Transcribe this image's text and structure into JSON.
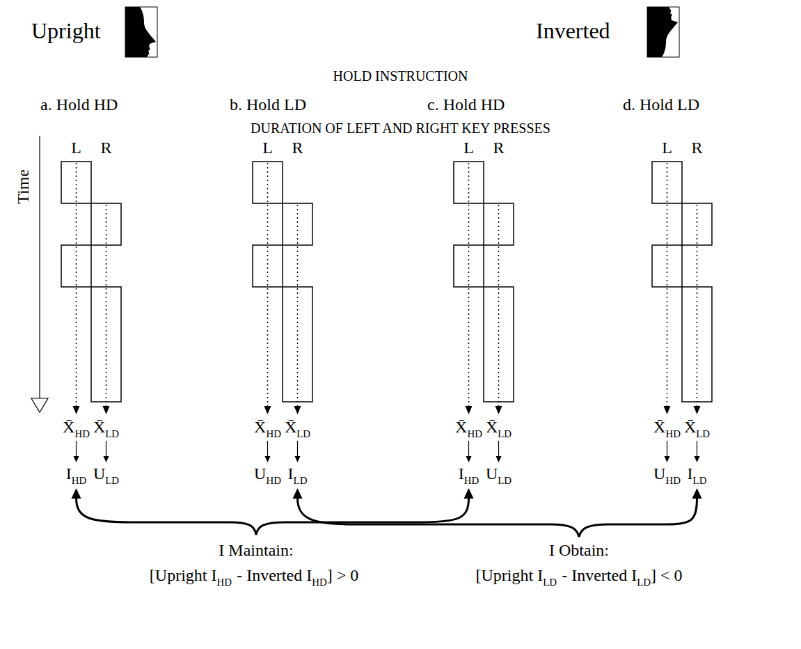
{
  "diagram": {
    "labels": [
      "Upright",
      "Inverted",
      "HOLD INSTRUCTION",
      "a. Hold HD",
      "b. Hold LD",
      "c. Hold HD",
      "d. Hold LD",
      "DURATION OF LEFT AND RIGHT KEY PRESSES",
      "Time",
      "L",
      "R",
      "X̄",
      "HD",
      "X̄",
      "LD",
      "I",
      "HD",
      "U",
      "LD",
      "L",
      "R",
      "X̄",
      "HD",
      "X̄",
      "LD",
      "U",
      "HD",
      "I",
      "LD",
      "L",
      "R",
      "X̄",
      "HD",
      "X̄",
      "LD",
      "I",
      "HD",
      "U",
      "LD",
      "L",
      "R",
      "X̄",
      "HD",
      "X̄",
      "LD",
      "U",
      "HD",
      "I",
      "LD",
      "I Maintain:",
      "[Upright I",
      "HD",
      "- Inverted I",
      "HD",
      "] > 0",
      "I Obtain:",
      "[Upright I",
      "LD",
      "- Inverted I",
      "LD",
      "] < 0"
    ]
  }
}
